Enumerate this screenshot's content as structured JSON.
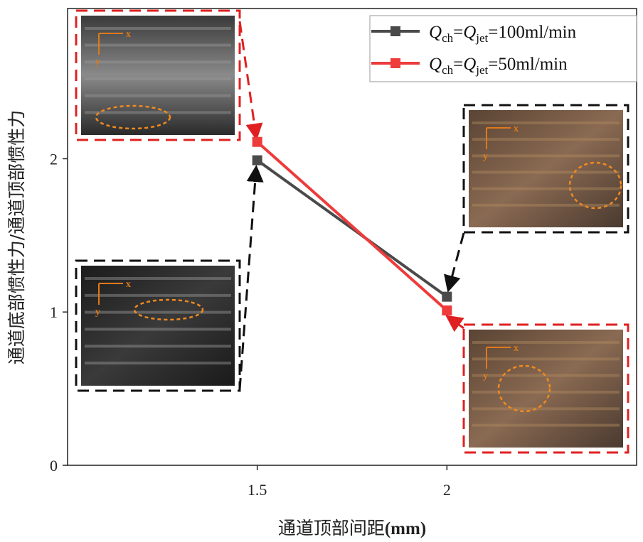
{
  "chart_data": {
    "type": "line",
    "title": "",
    "xlabel": "通道顶部间距",
    "xlabel_unit": "(mm)",
    "ylabel": "通道底部惯性力/通道顶部惯性力",
    "x": [
      1.5,
      2
    ],
    "x_tick_labels": [
      "1.5",
      "2"
    ],
    "y_tick_labels": [
      "0",
      "1",
      "2"
    ],
    "y_ticks": [
      0,
      1,
      2
    ],
    "xlim": [
      1.0,
      2.5
    ],
    "ylim": [
      0,
      2.98
    ],
    "grid": false,
    "legend_position": "top-right",
    "series": [
      {
        "name": "Q_ch=Q_jet=100ml/min",
        "legend_parts": [
          "Q",
          "ch",
          "=",
          "Q",
          "jet",
          "=100ml/min"
        ],
        "color": "#4a4a4a",
        "values": [
          1.99,
          1.1
        ]
      },
      {
        "name": "Q_ch=Q_jet=50ml/min",
        "legend_parts": [
          "Q",
          "ch",
          "=",
          "Q",
          "jet",
          "=50ml/min"
        ],
        "color": "#ee3b3b",
        "values": [
          2.11,
          1.01
        ]
      }
    ],
    "insets": [
      {
        "name": "inset-top-left",
        "border": "#e02020",
        "style": "gray",
        "axis_x": "x",
        "axis_y": "y"
      },
      {
        "name": "inset-bottom-left",
        "border": "#111111",
        "style": "dark",
        "axis_x": "x",
        "axis_y": "y"
      },
      {
        "name": "inset-top-right",
        "border": "#111111",
        "style": "brown",
        "axis_x": "x",
        "axis_y": "y"
      },
      {
        "name": "inset-bottom-right",
        "border": "#e02020",
        "style": "brown",
        "axis_x": "x",
        "axis_y": "y"
      }
    ]
  }
}
